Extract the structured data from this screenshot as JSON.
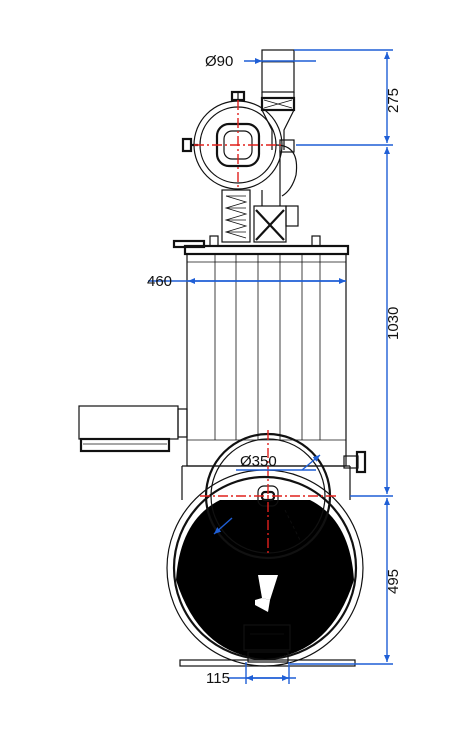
{
  "colors": {
    "outline": "#111111",
    "dimension": "#1f5fd6",
    "centerline": "#e0201c",
    "background": "#ffffff"
  },
  "dimensions": {
    "pipe_diameter": "Ø90",
    "top_height": "275",
    "body_width": "460",
    "body_height": "1030",
    "drum_diameter": "Ø350",
    "drum_height": "495",
    "outlet_width": "115"
  },
  "icons": {
    "arrow_marker": "arrow-icon",
    "centerline": "center-mark-icon"
  }
}
